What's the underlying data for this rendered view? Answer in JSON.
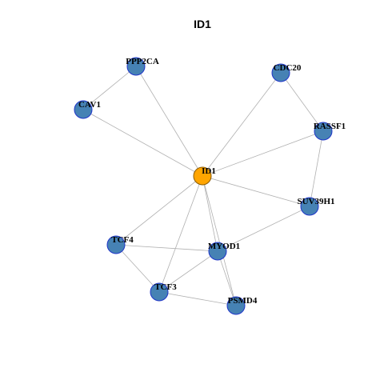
{
  "title": "ID1",
  "colors": {
    "background": "#ffffff",
    "edge": "#b0b0b0",
    "node_fill": "#4682b4",
    "node_stroke": "#1f35c9",
    "center_fill": "#ffa500",
    "center_stroke": "#8a5a00"
  },
  "nodes": [
    {
      "id": "ID1",
      "label": "ID1",
      "role": "center"
    },
    {
      "id": "PPP2CA",
      "label": "PPP2CA",
      "role": "neighbor"
    },
    {
      "id": "CAV1",
      "label": "CAV1",
      "role": "neighbor"
    },
    {
      "id": "CDC20",
      "label": "CDC20",
      "role": "neighbor"
    },
    {
      "id": "RASSF1",
      "label": "RASSF1",
      "role": "neighbor"
    },
    {
      "id": "SUV39H1",
      "label": "SUV39H1",
      "role": "neighbor"
    },
    {
      "id": "TCF4",
      "label": "TCF4",
      "role": "neighbor"
    },
    {
      "id": "MYOD1",
      "label": "MYOD1",
      "role": "neighbor"
    },
    {
      "id": "TCF3",
      "label": "TCF3",
      "role": "neighbor"
    },
    {
      "id": "PSMD4",
      "label": "PSMD4",
      "role": "neighbor"
    }
  ],
  "edges": [
    [
      "ID1",
      "PPP2CA"
    ],
    [
      "ID1",
      "CAV1"
    ],
    [
      "ID1",
      "CDC20"
    ],
    [
      "ID1",
      "RASSF1"
    ],
    [
      "ID1",
      "SUV39H1"
    ],
    [
      "ID1",
      "TCF4"
    ],
    [
      "ID1",
      "MYOD1"
    ],
    [
      "ID1",
      "TCF3"
    ],
    [
      "ID1",
      "PSMD4"
    ],
    [
      "PPP2CA",
      "CAV1"
    ],
    [
      "CDC20",
      "RASSF1"
    ],
    [
      "RASSF1",
      "SUV39H1"
    ],
    [
      "SUV39H1",
      "MYOD1"
    ],
    [
      "TCF4",
      "MYOD1"
    ],
    [
      "TCF4",
      "TCF3"
    ],
    [
      "MYOD1",
      "TCF3"
    ],
    [
      "MYOD1",
      "PSMD4"
    ],
    [
      "TCF3",
      "PSMD4"
    ]
  ]
}
